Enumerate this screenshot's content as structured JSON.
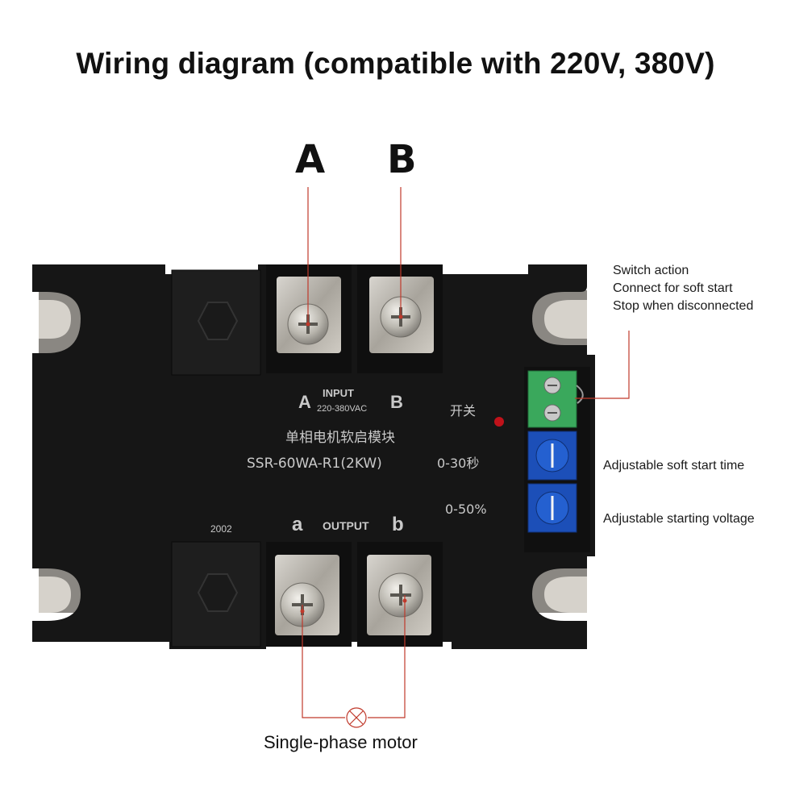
{
  "title": "Wiring diagram (compatible with 220V, 380V)",
  "terminals_top": {
    "a_label": "A",
    "b_label": "B"
  },
  "module": {
    "input_a": "A",
    "input_b": "B",
    "input_title": "INPUT",
    "input_range": "220-380VAC",
    "name_cn": "单相电机软启模块",
    "model": "SSR-60WA-R1(2KW)",
    "switch_cn": "开关",
    "time_range": "0-30秒",
    "voltage_range": "0-50%",
    "code": "2002",
    "output_a": "a",
    "output_b": "b",
    "output_title": "OUTPUT"
  },
  "annotations": {
    "switch_lines": [
      "Switch action",
      "Connect for soft start",
      "Stop when disconnected"
    ],
    "soft_start_time": "Adjustable soft start time",
    "starting_voltage": "Adjustable starting voltage",
    "motor": "Single-phase motor"
  },
  "colors": {
    "body": "#151515",
    "lead_line": "#c0392b",
    "terminal_block": "#3aa85c",
    "potentiometer": "#1c4fb8",
    "screw": "#b9b6ae"
  }
}
